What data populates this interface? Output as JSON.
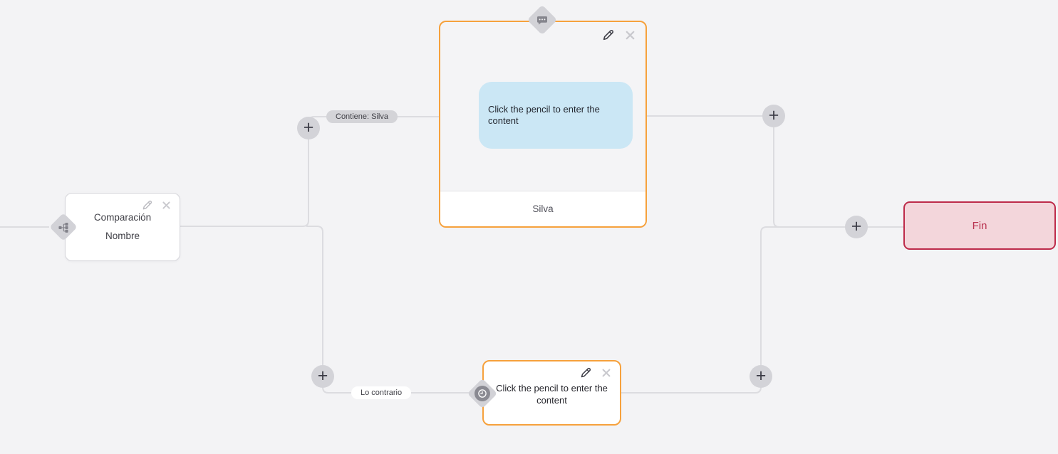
{
  "flow": {
    "background": "#f3f3f5",
    "edge_color": "#dcdce0",
    "add_button_glyph": "+",
    "edge_labels": {
      "contains": "Contiene: Silva",
      "otherwise": "Lo contrario"
    },
    "nodes": {
      "comparison": {
        "title": "Comparación",
        "subtitle": "Nombre"
      },
      "message": {
        "placeholder": "Click the pencil to enter the content",
        "footer": "Silva"
      },
      "delay": {
        "placeholder": "Click the pencil to enter the content"
      },
      "end": {
        "label": "Fin"
      }
    },
    "colors": {
      "node_accent": "#f6a13c",
      "end_border": "#bd2b4a",
      "end_background": "#f3d6db",
      "end_text": "#b93350",
      "message_bubble": "#cbe7f5",
      "pill_gray": "#d4d4d8"
    }
  }
}
